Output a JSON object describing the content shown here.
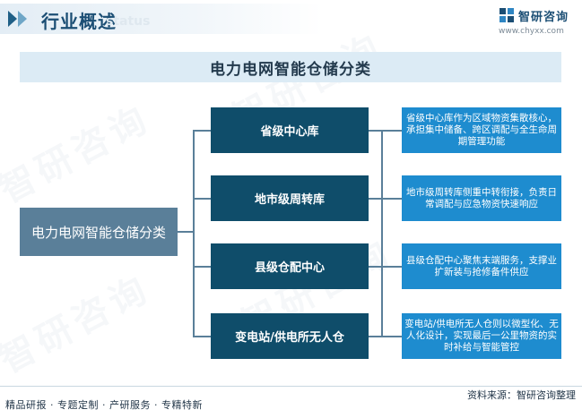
{
  "header": {
    "title": "行业概述",
    "watermark_text": "status",
    "brand": "智研咨询",
    "url": "www.chyxx.com"
  },
  "diagram": {
    "title": "电力电网智能仓储分类",
    "root": "电力电网智能仓储分类",
    "categories": [
      {
        "label": "省级中心库",
        "description": "省级中心库作为区域物资集散核心，承担集中储备、跨区调配与全生命周期管理功能"
      },
      {
        "label": "地市级周转库",
        "description": "地市级周转库侧重中转衔接，负责日常调配与应急物资快速响应"
      },
      {
        "label": "县级仓配中心",
        "description": "县级仓配中心聚焦末端服务，支撑业扩新装与抢修备件供应"
      },
      {
        "label": "变电站/供电所无人仓",
        "description": "变电站/供电所无人仓则以微型化、无人化设计，实现最后一公里物资的实时补给与智能管控"
      }
    ]
  },
  "footer": {
    "left": "精品研报 · 专题定制 · 产研服务 · 专精特新",
    "source": "资料来源：智研咨询整理"
  },
  "colors": {
    "root_box": "#5a7f99",
    "category_box": "#0f4d6a",
    "description_box": "#1e8ccf",
    "title_bar": "#dcebf5",
    "header_text": "#1b4e74"
  },
  "icons": [
    "double-chevron-icon",
    "brand-logo-icon"
  ]
}
